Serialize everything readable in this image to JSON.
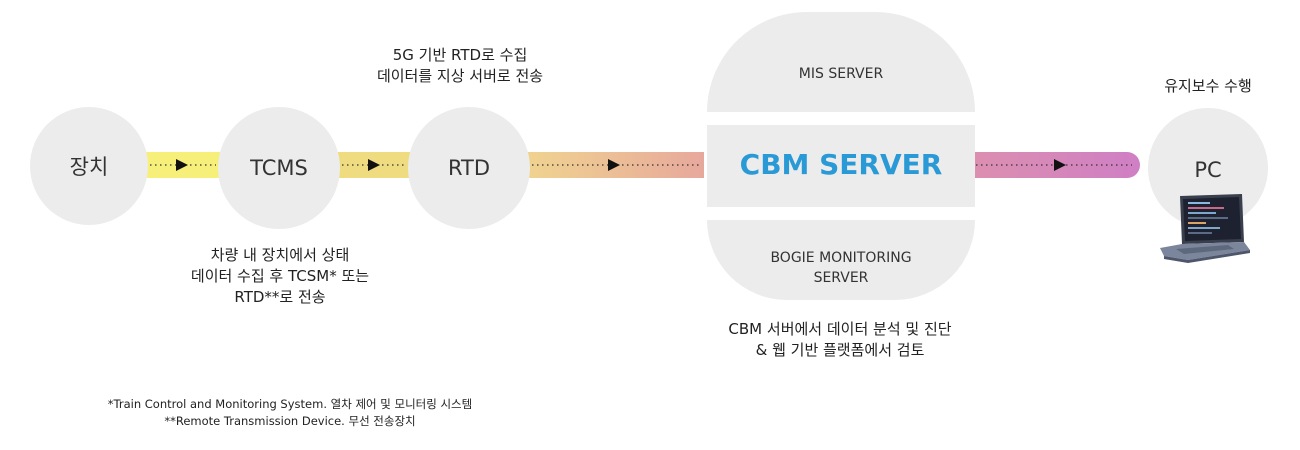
{
  "nodes": {
    "device": "장치",
    "tcms": "TCMS",
    "rtd": "RTD",
    "pc": "PC"
  },
  "server": {
    "mis": "MIS SERVER",
    "cbm": "CBM SERVER",
    "bogie_line1": "BOGIE MONITORING",
    "bogie_line2": "SERVER"
  },
  "captions": {
    "rtd": [
      "5G 기반 RTD로 수집",
      "데이터를 지상 서버로 전송"
    ],
    "tcms": [
      "차량 내 장치에서 상태",
      "데이터 수집 후 TCSM* 또는",
      "RTD**로 전송"
    ],
    "cbm": [
      "CBM 서버에서 데이터 분석 및 진단",
      "& 웹 기반 플랫폼에서 검토"
    ],
    "pc": "유지보수 수행"
  },
  "notes": [
    "*Train Control and Monitoring System. 열차 제어 및 모니터링 시스템",
    "**Remote Transmission Device. 무선 전송장치"
  ],
  "colors": {
    "accent": "#2a9ad6",
    "circle": "#ececec"
  },
  "icons": {
    "laptop": "laptop-icon",
    "arrow": "arrow-right-icon"
  }
}
